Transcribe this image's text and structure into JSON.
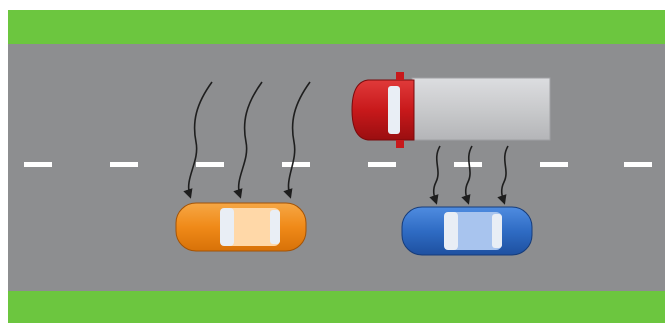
{
  "scene": {
    "description_free": true,
    "colors": {
      "grass": "#6cc63f",
      "grass_edge": "#58b02f",
      "road": "#8d8e90",
      "lane_marking": "#ffffff",
      "truck_cab": "#c8191b",
      "truck_box": "#c9cacc",
      "orange_car": "#f08a18",
      "blue_car": "#2f6cc4",
      "glass": "#e9eef5",
      "arrow": "#1e1e1e"
    },
    "icons": {
      "truck": "truck-icon",
      "orange_car": "car-icon",
      "blue_car": "car-icon",
      "wind_arrows": "curved-arrow-icon"
    },
    "elements": {
      "vehicles": [
        "red-truck",
        "orange-car",
        "blue-car"
      ],
      "arrow_groups": [
        {
          "target": "orange-car",
          "count": 3
        },
        {
          "target": "blue-car",
          "count": 3
        }
      ]
    }
  }
}
